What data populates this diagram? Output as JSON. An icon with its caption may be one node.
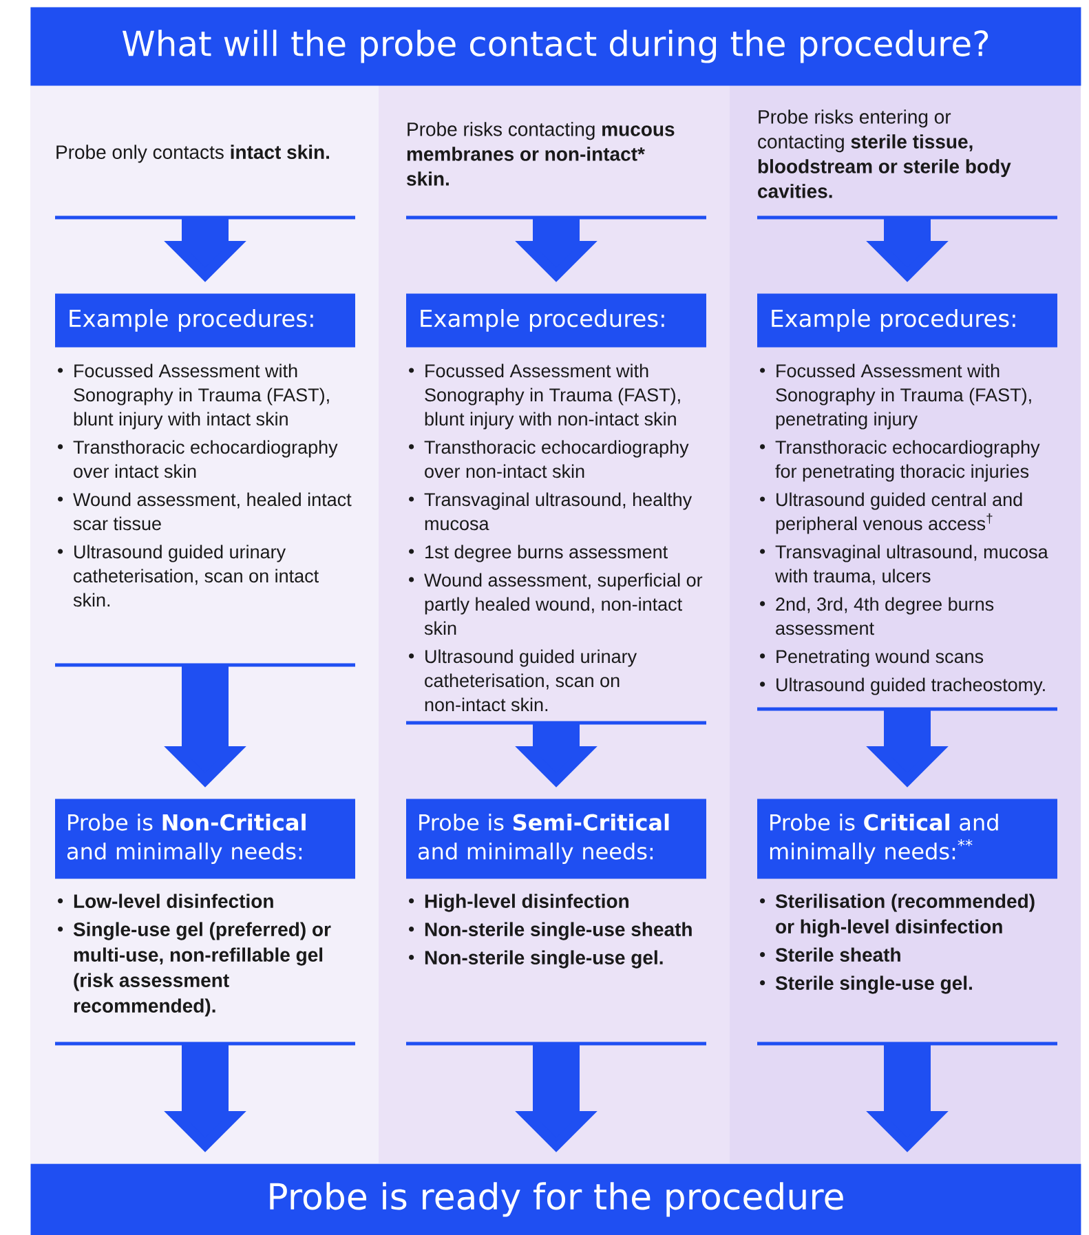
{
  "diagram": {
    "nodes": [
      {
        "text": [
          "What will the probe contact during the procedure?"
        ]
      },
      {
        "text": [
          "Probe only contacts **intact skin.**"
        ]
      },
      {
        "text": [
          "Example procedures:"
        ]
      },
      {
        "text": [
          "Focussed Assessment with Sonography in Trauma  (FAST), blunt injury with intact skin",
          "Transthoracic echocardiography over intact skin",
          "Wound assessment, healed intact scar tissue",
          "Ultrasound guided urinary catheterisation, scan on intact skin."
        ]
      },
      {
        "text": [
          "Probe is **Non-Critical** and minimally needs:"
        ]
      },
      {
        "text": [
          "Low-level disinfection",
          "Single-use gel (preferred) or multi-use, non-refillable gel (risk assessment recommended)."
        ]
      },
      {
        "text": [
          "Probe risks contacting **mucous membranes or non-intact* skin.**"
        ]
      },
      {
        "text": [
          "Example procedures:"
        ]
      },
      {
        "text": [
          "Focussed Assessment with Sonography in Trauma (FAST), blunt injury with non-intact skin",
          "Transthoracic echocardiography over non-intact skin",
          "Transvaginal ultrasound, healthy mucosa",
          "1st degree burns assessment",
          "Wound assessment, superficial or partly healed wound, non-intact skin",
          "Ultrasound guided urinary catheterisation, scan on non-intact skin."
        ]
      },
      {
        "text": [
          "Probe is **Semi-Critical** and minimally needs:"
        ]
      },
      {
        "text": [
          "High-level disinfection",
          "Non-sterile single-use sheath",
          "Non-sterile single-use gel."
        ]
      },
      {
        "text": [
          "Probe risks entering or contacting **sterile tissue, bloodstream or sterile body cavities.**"
        ]
      },
      {
        "text": [
          "Example procedures:"
        ]
      },
      {
        "text": [
          "Focussed Assessment with Sonography in Trauma (FAST), penetrating injury",
          "Transthoracic echocardiography for penetrating thoracic injuries",
          "Ultrasound guided central and peripheral venous access$^{†}$",
          "Transvaginal ultrasound, mucosa with trauma, ulcers",
          "2nd, 3rd, 4th degree burns assessment",
          "Penetrating wound scans",
          "Ultrasound guided tracheostomy."
        ]
      },
      {
        "text": [
          "Probe is **Critical** and minimally needs:$^{**}$"
        ]
      },
      {
        "text": [
          "Sterilisation (recommended) or high-level disinfection",
          "Sterile sheath",
          "Sterile single-use gel."
        ]
      },
      {
        "text": [
          "Probe is ready for the procedure"
        ]
      }
    ],
    "edges": [
      {
        "from": 1,
        "to": 2,
        "arrow": "to"
      },
      {
        "from": 3,
        "to": 4,
        "arrow": "to"
      },
      {
        "from": 5,
        "to": 16,
        "arrow": "to"
      },
      {
        "from": 6,
        "to": 7,
        "arrow": "to"
      },
      {
        "from": 8,
        "to": 9,
        "arrow": "to"
      },
      {
        "from": 10,
        "to": 16,
        "arrow": "to"
      },
      {
        "from": 11,
        "to": 12,
        "arrow": "to"
      },
      {
        "from": 13,
        "to": 14,
        "arrow": "to"
      },
      {
        "from": 15,
        "to": 16,
        "arrow": "to"
      }
    ]
  }
}
